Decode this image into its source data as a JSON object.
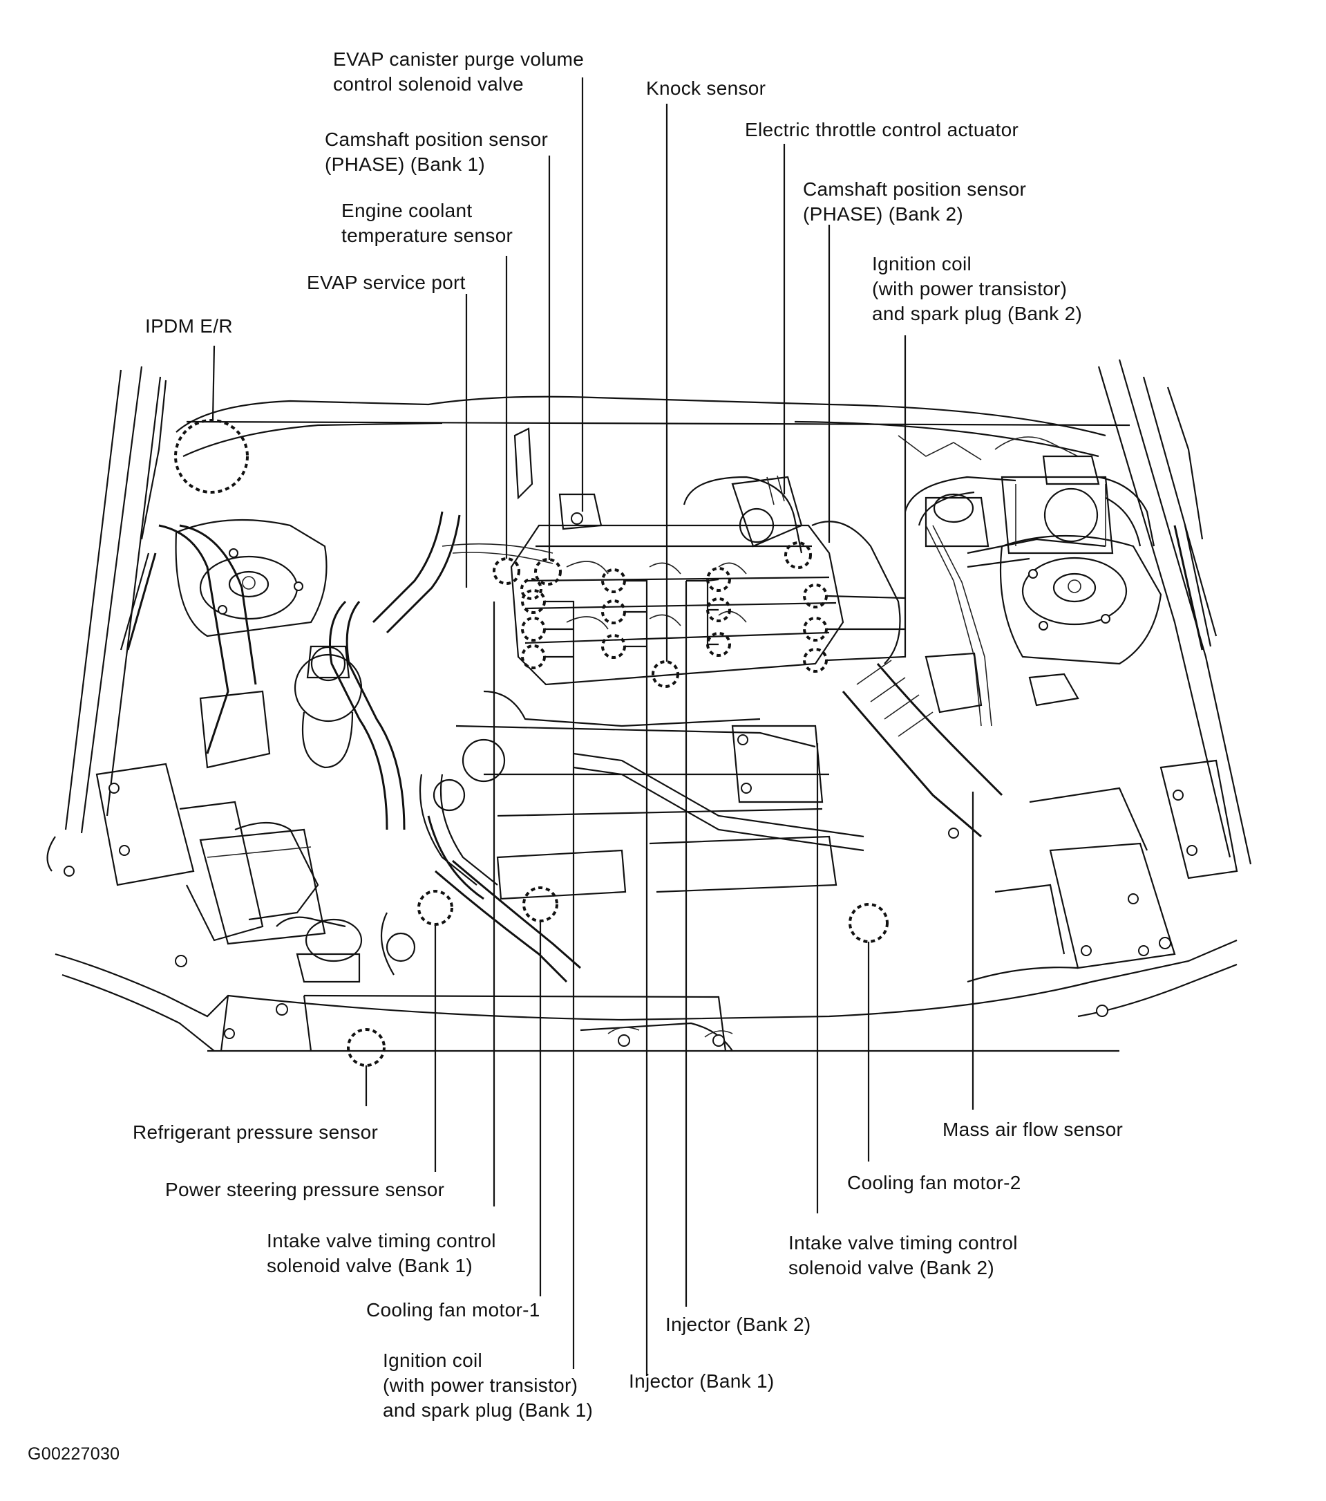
{
  "figure_code": "G00227030",
  "labels": {
    "evap_canister_purge": "EVAP canister purge volume\ncontrol solenoid valve",
    "knock_sensor": "Knock sensor",
    "camshaft_bank1": "Camshaft position sensor\n(PHASE) (Bank 1)",
    "electric_throttle": "Electric throttle control actuator",
    "engine_coolant": "Engine coolant\ntemperature sensor",
    "camshaft_bank2": "Camshaft position sensor\n(PHASE) (Bank 2)",
    "ignition_coil_bank2": "Ignition coil\n(with power transistor)\nand spark plug (Bank 2)",
    "evap_service_port": "EVAP service port",
    "ipdm": "IPDM E/R",
    "refrigerant_pressure": "Refrigerant pressure sensor",
    "mass_air_flow": "Mass air flow sensor",
    "power_steering_pressure": "Power steering pressure sensor",
    "cooling_fan_motor_2": "Cooling fan motor-2",
    "intake_valve_bank1": "Intake valve timing control\nsolenoid valve (Bank 1)",
    "intake_valve_bank2": "Intake valve timing control\nsolenoid valve (Bank 2)",
    "cooling_fan_motor_1": "Cooling fan motor-1",
    "injector_bank2": "Injector (Bank 2)",
    "ignition_coil_bank1": "Ignition coil\n(with power transistor)\nand spark plug (Bank 1)",
    "injector_bank1": "Injector (Bank 1)"
  }
}
